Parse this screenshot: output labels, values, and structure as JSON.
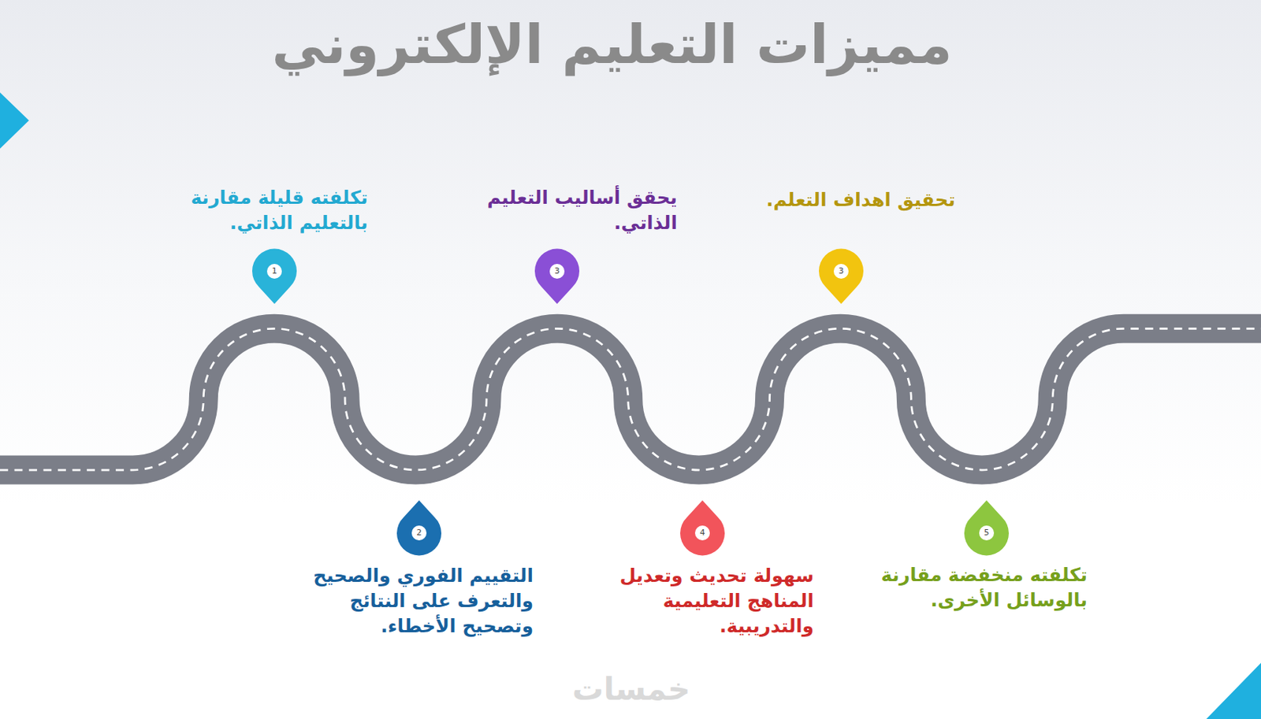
{
  "diagram": {
    "title": "مميزات التعليم الإلكتروني",
    "nodes": [
      {
        "text": [
          "1",
          "تكلفته قليلة مقارنة بالتعليم الذاتي."
        ]
      },
      {
        "text": [
          "2",
          "التقييم الفوري والصحيح والتعرف على النتائج وتصحيح الأخطاء."
        ]
      },
      {
        "text": [
          "3",
          "يحقق أساليب التعليم الذاتي."
        ]
      },
      {
        "text": [
          "3",
          "تحقيق اهداف التعلم."
        ]
      },
      {
        "text": [
          "4",
          "سهولة تحديث وتعديل المناهج التعليمية والتدريبية."
        ]
      },
      {
        "text": [
          "5",
          "تكلفته منخفضة مقارنة بالوسائل الأخرى."
        ]
      }
    ],
    "labels": [
      "خمسات"
    ]
  }
}
